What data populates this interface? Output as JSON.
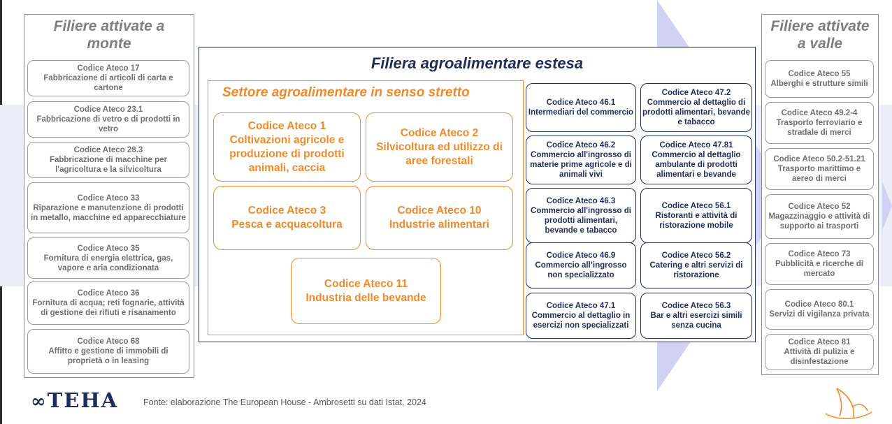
{
  "left_panel": {
    "title": "Filiere attivate a monte",
    "items": [
      {
        "code": "Codice Ateco 17",
        "desc": "Fabbricazione di articoli di carta e cartone"
      },
      {
        "code": "Codice Ateco 23.1",
        "desc": "Fabbricazione di vetro e di prodotti in vetro"
      },
      {
        "code": "Codice Ateco 28.3",
        "desc": "Fabbricazione di macchine per l'agricoltura e la silvicoltura"
      },
      {
        "code": "Codice Ateco 33",
        "desc": "Riparazione e manutenzione di prodotti in metallo, macchine ed apparecchiature"
      },
      {
        "code": "Codice Ateco 35",
        "desc": "Fornitura di energia elettrica, gas, vapore e aria condizionata"
      },
      {
        "code": "Codice Ateco 36",
        "desc": "Fornitura di acqua; reti fognarie, attività di gestione dei rifiuti e risanamento"
      },
      {
        "code": "Codice Ateco 68",
        "desc": "Affitto e gestione di immobili di proprietà o in leasing"
      }
    ]
  },
  "main": {
    "title": "Filiera agroalimentare estesa",
    "sector_title": "Settore agroalimentare in senso stretto",
    "orange_items": [
      {
        "code": "Codice Ateco 1",
        "desc": "Coltivazioni agricole e produzione di prodotti animali, caccia"
      },
      {
        "code": "Codice Ateco 2",
        "desc": "Silvicoltura ed utilizzo di aree forestali"
      },
      {
        "code": "Codice Ateco 3",
        "desc": "Pesca e acquacoltura"
      },
      {
        "code": "Codice Ateco 10",
        "desc": "Industrie alimentari"
      },
      {
        "code": "Codice Ateco 11",
        "desc": "Industria delle bevande"
      }
    ],
    "blue_items": [
      {
        "code": "Codice Ateco 46.1",
        "desc": "Intermediari del commercio"
      },
      {
        "code": "Codice Ateco 47.2",
        "desc": "Commercio al dettaglio di prodotti alimentari, bevande e tabacco"
      },
      {
        "code": "Codice Ateco 46.2",
        "desc": "Commercio all'ingrosso di materie prime agricole e di animali vivi"
      },
      {
        "code": "Codice Ateco 47.81",
        "desc": "Commercio al dettaglio ambulante di prodotti alimentari e bevande"
      },
      {
        "code": "Codice Ateco 46.3",
        "desc": "Commercio all'ingrosso di prodotti alimentari, bevande e tabacco"
      },
      {
        "code": "Codice Ateco 56.1",
        "desc": "Ristoranti e attività di ristorazione mobile"
      },
      {
        "code": "Codice Ateco 46.9",
        "desc": "Commercio all’ingrosso non specializzato"
      },
      {
        "code": "Codice Ateco 56.2",
        "desc": "Catering e altri servizi di ristorazione"
      },
      {
        "code": "Codice Ateco 47.1",
        "desc": "Commercio al dettaglio in esercizi non specializzati"
      },
      {
        "code": "Codice Ateco 56.3",
        "desc": "Bar e altri esercizi simili senza cucina"
      }
    ]
  },
  "right_panel": {
    "title": "Filiere attivate a valle",
    "items": [
      {
        "code": "Codice Ateco 55",
        "desc": "Alberghi e strutture simili"
      },
      {
        "code": "Codice Ateco 49.2-4",
        "desc": "Trasporto ferroviario e stradale di merci"
      },
      {
        "code": "Codice Ateco 50.2-51.21",
        "desc": "Trasporto marittimo e aereo di merci"
      },
      {
        "code": "Codice Ateco 52",
        "desc": "Magazzinaggio e attività di supporto ai trasporti"
      },
      {
        "code": "Codice Ateco 73",
        "desc": "Pubblicità e ricerche di mercato"
      },
      {
        "code": "Codice Ateco 80.1",
        "desc": "Servizi di vigilanza privata"
      },
      {
        "code": "Codice Ateco 81",
        "desc": "Attività di pulizia e disinfestazione"
      }
    ]
  },
  "footer": {
    "logo": "TEHA",
    "source": "Fonte: elaborazione The European House - Ambrosetti su dati Istat, 2024"
  },
  "colors": {
    "navy": "#1f2d5c",
    "orange": "#f08a2a",
    "gray_text": "#6f6f6f",
    "band": "#eceef9",
    "triangle": "#cfd2f3"
  }
}
